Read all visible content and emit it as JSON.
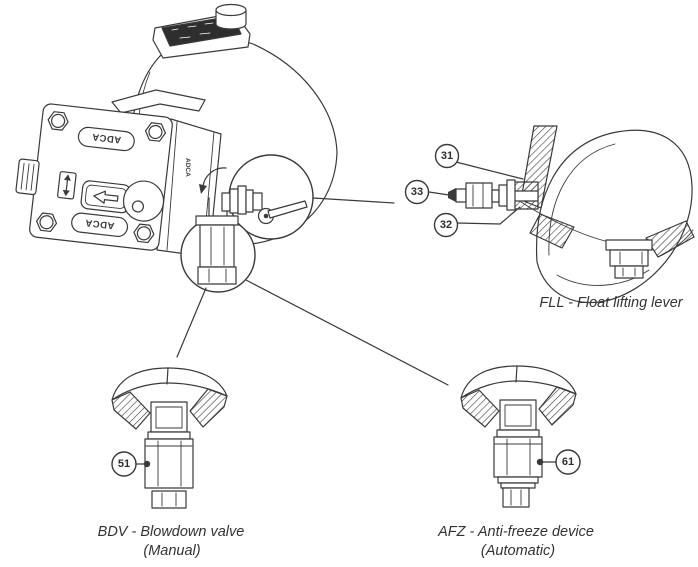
{
  "diagram": {
    "colors": {
      "background": "#ffffff",
      "line": "#3a3a3a",
      "text": "#333333",
      "nameplate": "#2e2e2e"
    },
    "brand_marking": "ADCA",
    "icons": {
      "rotation_arrow": "↺",
      "flow_arrow": "←",
      "flow_direction": "↕"
    },
    "callouts": {
      "c31": "31",
      "c32": "32",
      "c33": "33",
      "c51": "51",
      "c61": "61"
    },
    "captions": {
      "fll": "FLL - Float lifting lever",
      "bdv_line1": "BDV - Blowdown valve",
      "bdv_line2": "(Manual)",
      "afz_line1": "AFZ - Anti-freeze device",
      "afz_line2": "(Automatic)"
    }
  }
}
